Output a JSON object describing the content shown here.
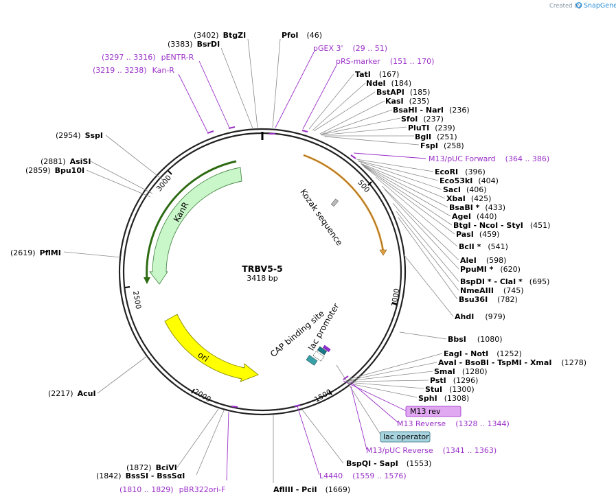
{
  "credit": {
    "created_by": "Created by",
    "product": "SnapGene"
  },
  "plasmid": {
    "name": "TRBV5-5",
    "length": "3418 bp"
  },
  "ticks": [
    "500",
    "1000",
    "1500",
    "2000",
    "2500",
    "3000"
  ],
  "features": {
    "kanr": "KanR",
    "ori": "ori",
    "kozak": "Kozak sequence",
    "cap": "CAP binding site",
    "lac": "lac promoter"
  },
  "colors": {
    "kanr": "#c9f7c9",
    "ori": "#ffff00",
    "orange": "#e0a040",
    "primer": "#9a2fc8",
    "m13rev_box": "#e0a8f0",
    "lacop_box": "#a8d4e0"
  },
  "left_sites": [
    {
      "pos": "(3402)",
      "name": "BtgZI"
    },
    {
      "pos": "(3383)",
      "name": "BsrDI"
    },
    {
      "pos": "(2954)",
      "name": "SspI"
    },
    {
      "pos": "(2881)",
      "name": "AsiSI"
    },
    {
      "pos": "(2859)",
      "name": "Bpu10I"
    },
    {
      "pos": "(2619)",
      "name": "PflMI"
    },
    {
      "pos": "(2217)",
      "name": "AcuI"
    },
    {
      "pos": "(1872)",
      "name": "BciVI"
    },
    {
      "pos": "(1842)",
      "name": "BssSI - BssSαI"
    }
  ],
  "left_primers": [
    {
      "range": "(3297 .. 3316)",
      "name": "pENTR-R"
    },
    {
      "range": "(3219 .. 3238)",
      "name": "Kan-R"
    },
    {
      "range": "(1810 .. 1829)",
      "name": "pBR322ori-F"
    }
  ],
  "right_sites": [
    {
      "name": "PfoI",
      "pos": "(46)"
    },
    {
      "name": "TatI",
      "pos": "(167)"
    },
    {
      "name": "NdeI",
      "pos": "(184)"
    },
    {
      "name": "BstAPI",
      "pos": "(185)"
    },
    {
      "name": "KasI",
      "pos": "(235)"
    },
    {
      "name": "BsaHI - NarI",
      "pos": "(236)"
    },
    {
      "name": "SfoI",
      "pos": "(237)"
    },
    {
      "name": "PluTI",
      "pos": "(239)"
    },
    {
      "name": "BglI",
      "pos": "(251)"
    },
    {
      "name": "FspI",
      "pos": "(258)"
    },
    {
      "name": "EcoRI",
      "pos": "(396)"
    },
    {
      "name": "Eco53kI",
      "pos": "(404)"
    },
    {
      "name": "SacI",
      "pos": "(406)"
    },
    {
      "name": "XbaI",
      "pos": "(425)"
    },
    {
      "name": "BsaBI *",
      "pos": "(433)"
    },
    {
      "name": "AgeI",
      "pos": "(440)"
    },
    {
      "name": "BtgI - NcoI - StyI",
      "pos": "(451)"
    },
    {
      "name": "PasI",
      "pos": "(459)"
    },
    {
      "name": "BclI *",
      "pos": "(541)"
    },
    {
      "name": "AleI",
      "pos": "(598)"
    },
    {
      "name": "PpuMI *",
      "pos": "(620)"
    },
    {
      "name": "BspDI * - ClaI *",
      "pos": "(695)"
    },
    {
      "name": "NmeAIII",
      "pos": "(745)"
    },
    {
      "name": "Bsu36I",
      "pos": "(782)"
    },
    {
      "name": "AhdI",
      "pos": "(979)"
    },
    {
      "name": "BbsI",
      "pos": "(1080)"
    },
    {
      "name": "EagI - NotI",
      "pos": "(1252)"
    },
    {
      "name": "AvaI - BsoBI - TspMI - XmaI",
      "pos": "(1278)"
    },
    {
      "name": "SmaI",
      "pos": "(1280)"
    },
    {
      "name": "PstI",
      "pos": "(1296)"
    },
    {
      "name": "StuI",
      "pos": "(1300)"
    },
    {
      "name": "SphI",
      "pos": "(1308)"
    },
    {
      "name": "BspQI - SapI",
      "pos": "(1553)"
    },
    {
      "name": "AflIII - PciI",
      "pos": "(1669)"
    }
  ],
  "right_primers": [
    {
      "name": "pGEX 3'",
      "range": "(29 .. 51)"
    },
    {
      "name": "pRS-marker",
      "range": "(151 .. 170)"
    },
    {
      "name": "M13/pUC Forward",
      "range": "(364 .. 386)"
    },
    {
      "name": "M13 Reverse",
      "range": "(1328 .. 1344)"
    },
    {
      "name": "M13/pUC Reverse",
      "range": "(1341 .. 1363)"
    },
    {
      "name": "L4440",
      "range": "(1559 .. 1576)"
    }
  ],
  "boxed_features": {
    "m13rev": "M13 rev",
    "lacop": "lac operator"
  }
}
